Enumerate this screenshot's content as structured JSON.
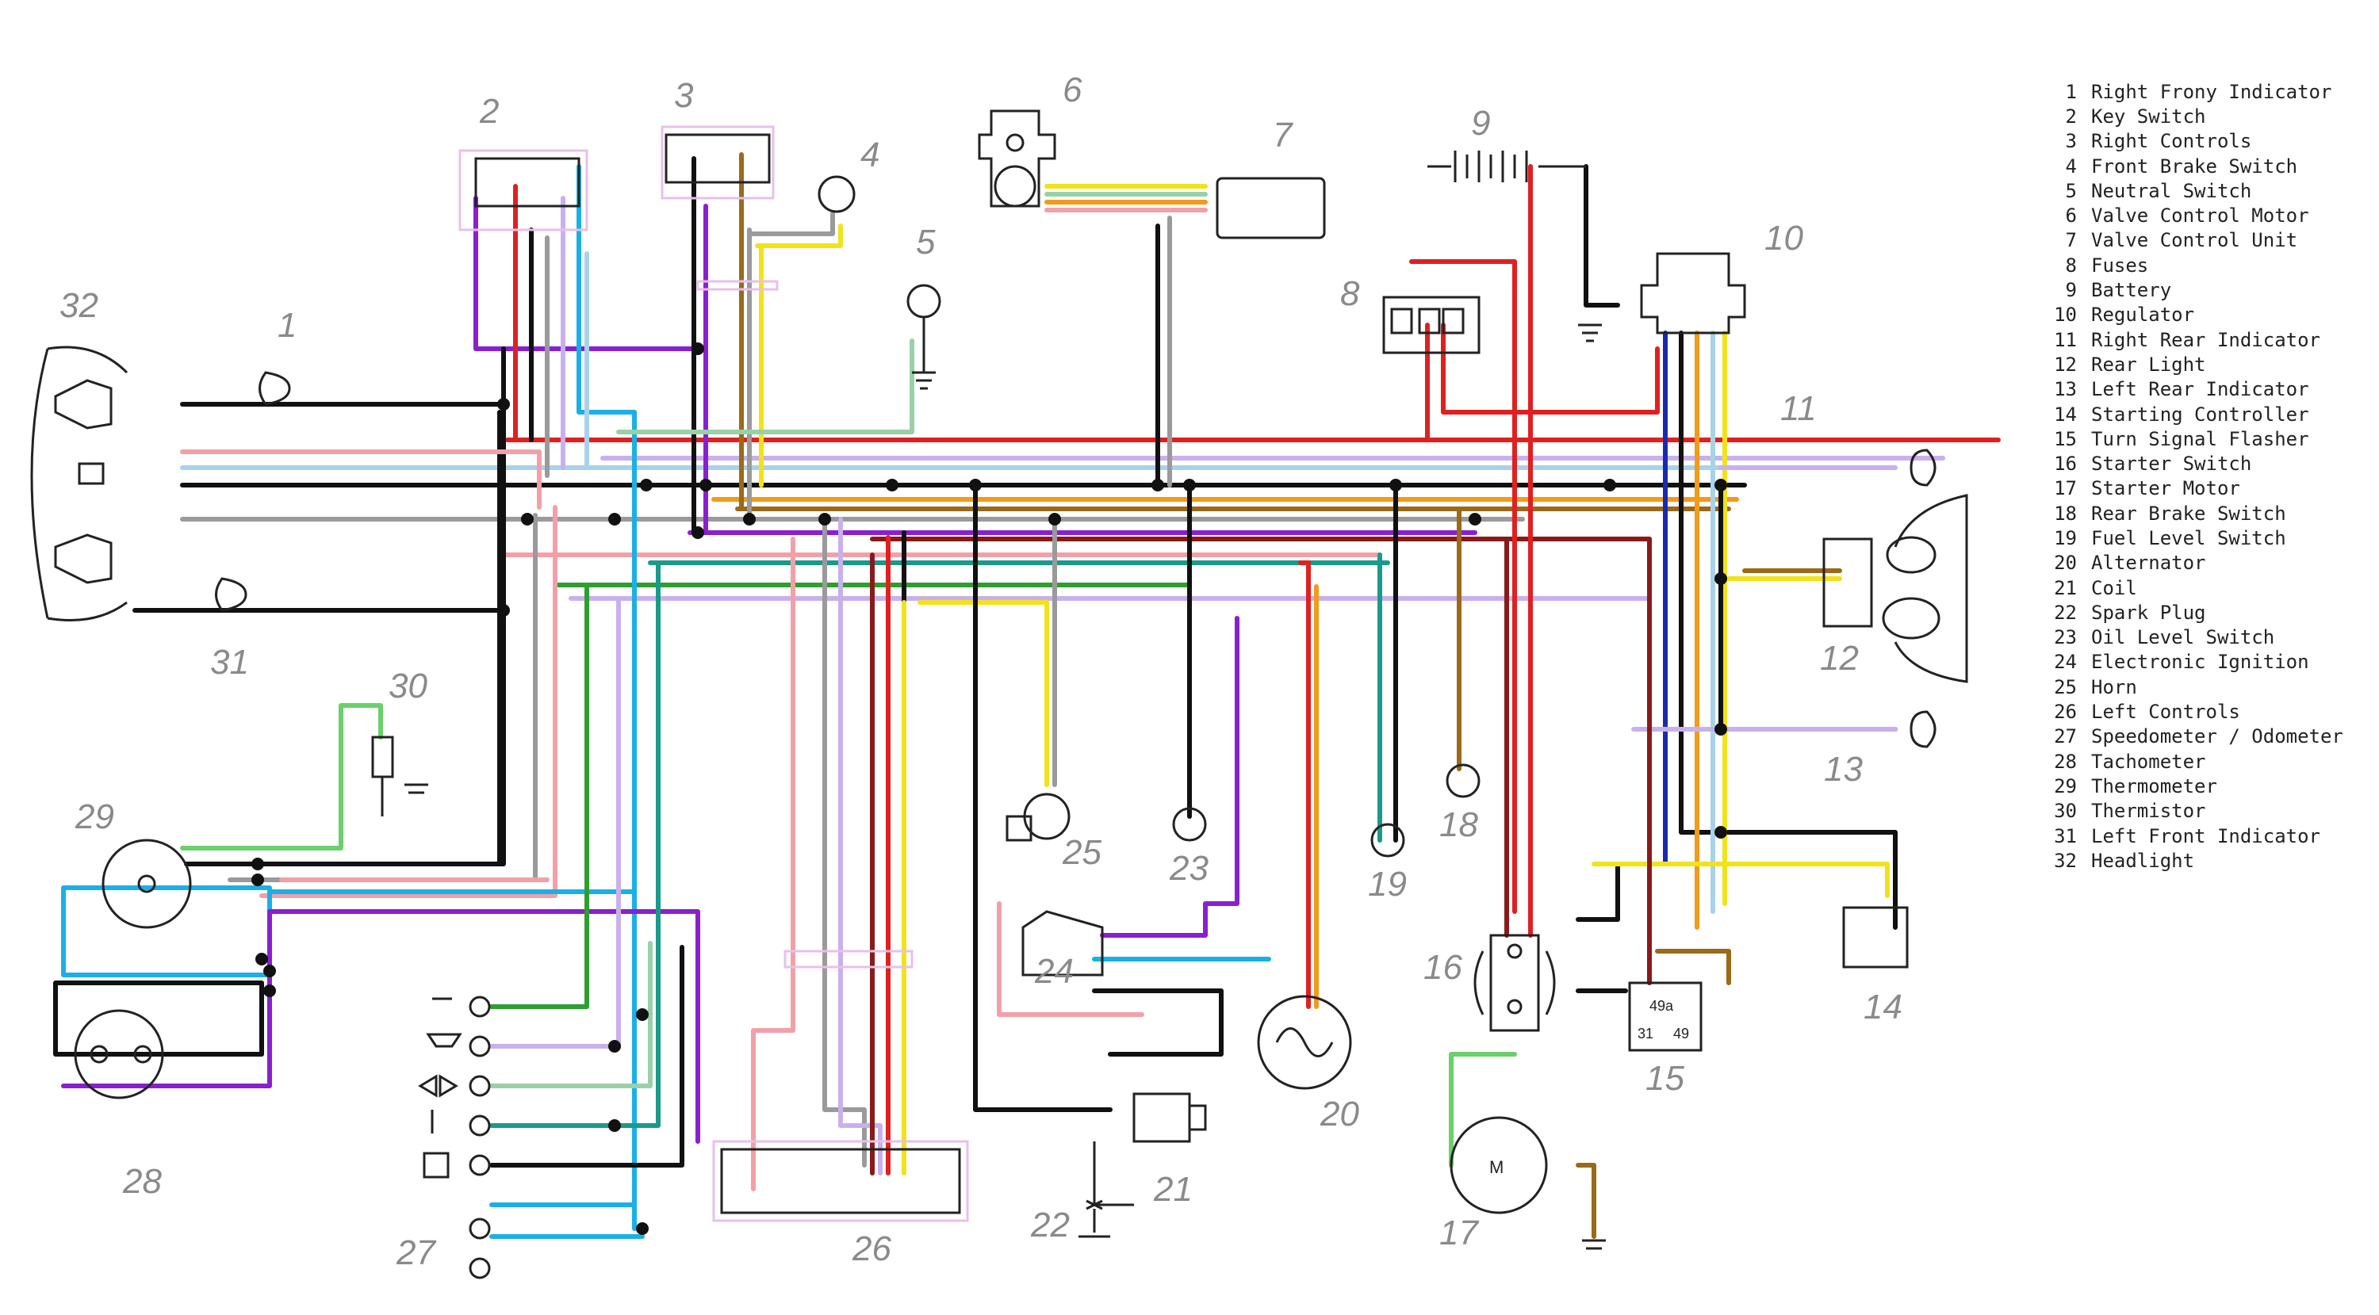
{
  "diagram": {
    "component_numbers": [
      "1",
      "2",
      "3",
      "4",
      "5",
      "6",
      "7",
      "8",
      "9",
      "10",
      "11",
      "12",
      "13",
      "14",
      "15",
      "16",
      "17",
      "18",
      "19",
      "20",
      "21",
      "22",
      "23",
      "24",
      "25",
      "26",
      "27",
      "28",
      "29",
      "30",
      "31",
      "32"
    ],
    "small_labels": {
      "relay_pin_49a": "49a",
      "relay_pin_31": "31",
      "relay_pin_49": "49",
      "starter_motor_mark": "M"
    }
  },
  "legend": [
    {
      "no": "1",
      "label": "Right Frony Indicator"
    },
    {
      "no": "2",
      "label": "Key Switch"
    },
    {
      "no": "3",
      "label": "Right Controls"
    },
    {
      "no": "4",
      "label": "Front Brake Switch"
    },
    {
      "no": "5",
      "label": "Neutral Switch"
    },
    {
      "no": "6",
      "label": "Valve Control Motor"
    },
    {
      "no": "7",
      "label": "Valve Control Unit"
    },
    {
      "no": "8",
      "label": "Fuses"
    },
    {
      "no": "9",
      "label": "Battery"
    },
    {
      "no": "10",
      "label": "Regulator"
    },
    {
      "no": "11",
      "label": "Right Rear Indicator"
    },
    {
      "no": "12",
      "label": "Rear Light"
    },
    {
      "no": "13",
      "label": "Left Rear Indicator"
    },
    {
      "no": "14",
      "label": "Starting Controller"
    },
    {
      "no": "15",
      "label": "Turn Signal Flasher"
    },
    {
      "no": "16",
      "label": "Starter Switch"
    },
    {
      "no": "17",
      "label": "Starter Motor"
    },
    {
      "no": "18",
      "label": "Rear Brake Switch"
    },
    {
      "no": "19",
      "label": "Fuel Level Switch"
    },
    {
      "no": "20",
      "label": "Alternator"
    },
    {
      "no": "21",
      "label": "Coil"
    },
    {
      "no": "22",
      "label": "Spark Plug"
    },
    {
      "no": "23",
      "label": "Oil Level Switch"
    },
    {
      "no": "24",
      "label": "Electronic Ignition"
    },
    {
      "no": "25",
      "label": "Horn"
    },
    {
      "no": "26",
      "label": "Left Controls"
    },
    {
      "no": "27",
      "label": "Speedometer / Odometer"
    },
    {
      "no": "28",
      "label": "Tachometer"
    },
    {
      "no": "29",
      "label": "Thermometer"
    },
    {
      "no": "30",
      "label": "Thermistor"
    },
    {
      "no": "31",
      "label": "Left Front Indicator"
    },
    {
      "no": "32",
      "label": "Headlight"
    }
  ],
  "wire_colors": {
    "black": "#111111",
    "red": "#e02020",
    "violet": "#8a1fd0",
    "grey": "#9a9a9a",
    "blue": "#1ab0e6",
    "green": "#2e9e2e",
    "yellow": "#f2e21a",
    "orange": "#f29a1a",
    "brown": "#9a6a1a",
    "pink": "#f2a0a8",
    "light_blue": "#a8d2ea",
    "lilac": "#c8b0ee",
    "light_green": "#98d0a8",
    "teal": "#1a9a8a",
    "dark_red": "#8a1a1a",
    "navy": "#1a2ab0"
  }
}
